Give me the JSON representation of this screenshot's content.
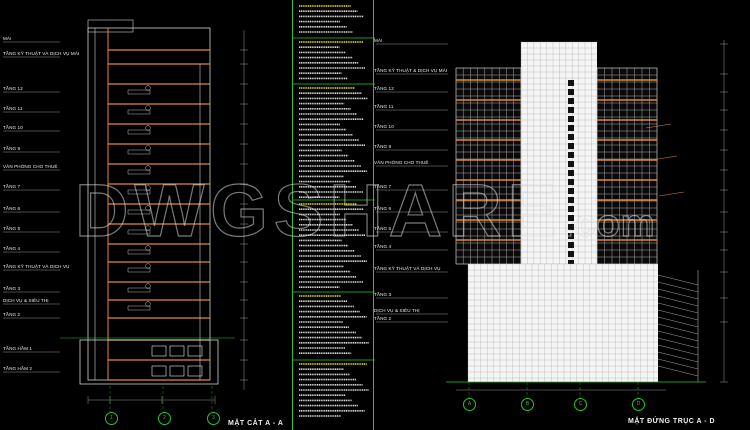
{
  "section": {
    "floors": [
      {
        "label": "MÁI"
      },
      {
        "label": "TẦNG KỸ THUẬT VÀ DỊCH VỤ MÁI"
      },
      {
        "label": "TẦNG 12"
      },
      {
        "label": "TẦNG 11"
      },
      {
        "label": "TẦNG 10"
      },
      {
        "label": "TẦNG 9"
      },
      {
        "label": "VĂN PHÒNG CHO THUÊ"
      },
      {
        "label": "TẦNG 7"
      },
      {
        "label": "TẦNG 6"
      },
      {
        "label": "TẦNG 5"
      },
      {
        "label": "TẦNG 4"
      },
      {
        "label": "TẦNG KỸ THUẬT VÀ DỊCH VỤ"
      },
      {
        "label": "TẦNG 3"
      },
      {
        "label": "DỊCH VỤ & SIÊU THỊ"
      },
      {
        "label": "TẦNG 2"
      },
      {
        "label": "TẦNG HẦM 1"
      },
      {
        "label": "TẦNG HẦM 2"
      }
    ],
    "room_label": "VĂN PHÒNG CHO THUÊ",
    "axes": [
      "1",
      "2",
      "3"
    ],
    "title": "MẶT CẮT A - A"
  },
  "elevation": {
    "floors": [
      {
        "label": "MÁI"
      },
      {
        "label": "TẦNG KỸ THUẬT & DỊCH VỤ MÁI"
      },
      {
        "label": "TẦNG 12"
      },
      {
        "label": "TẦNG 11"
      },
      {
        "label": "TẦNG 10"
      },
      {
        "label": "TẦNG 9"
      },
      {
        "label": "VĂN PHÒNG CHO THUÊ"
      },
      {
        "label": "TẦNG 7"
      },
      {
        "label": "TẦNG 6"
      },
      {
        "label": "TẦNG 5"
      },
      {
        "label": "TẦNG 4"
      },
      {
        "label": "TẦNG KỸ THUẬT VÀ DỊCH VỤ"
      },
      {
        "label": "TẦNG 3"
      },
      {
        "label": "DỊCH VỤ & SIÊU THỊ"
      },
      {
        "label": "TẦNG 2"
      }
    ],
    "axes": [
      "A",
      "B",
      "C",
      "D"
    ],
    "title": "MẶT ĐỨNG TRỤC A - D"
  },
  "watermark": "DWGSHARE.com",
  "colors": {
    "orange": "#e08a3a",
    "yellow": "#f2e400",
    "green": "#27c827",
    "white": "#f5f5f5",
    "grid": "#cfcfcf"
  }
}
